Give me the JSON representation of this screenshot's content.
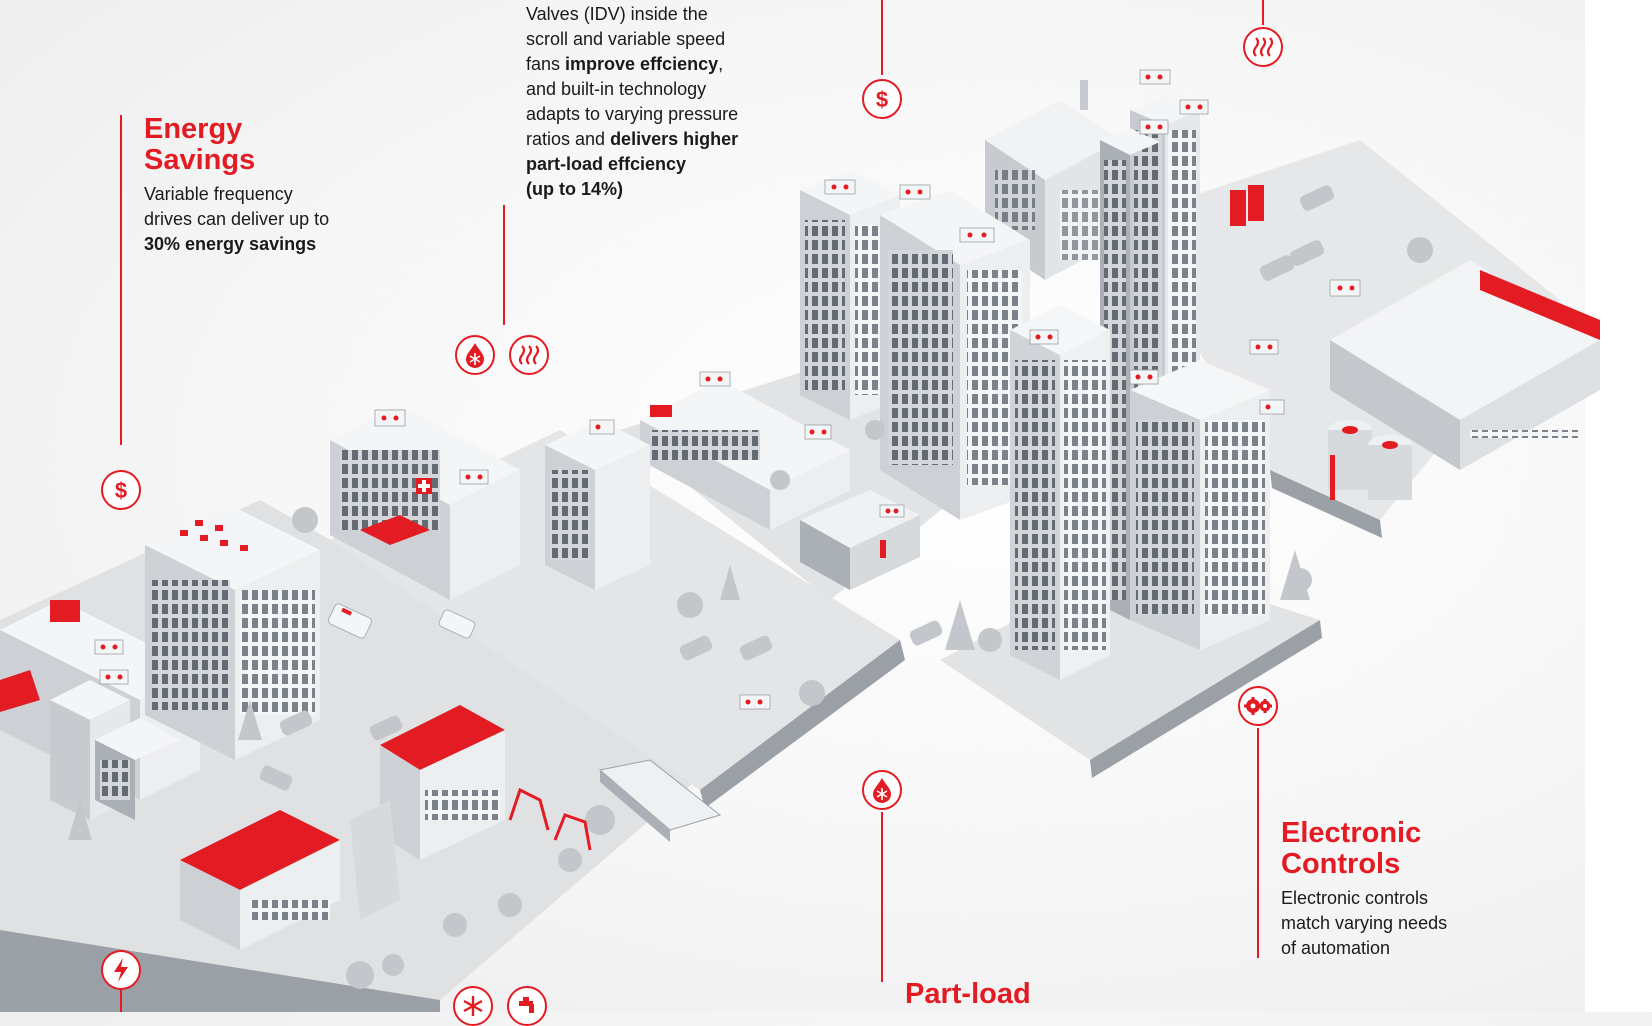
{
  "energy_savings": {
    "heading_line1": "Energy",
    "heading_line2": "Savings",
    "text_line1": "Variable frequency",
    "text_line2": "drives can deliver up to",
    "text_bold": "30% energy savings"
  },
  "idv": {
    "line1": "Valves (IDV) inside the",
    "line2": "scroll and variable speed",
    "line3_pre": "fans ",
    "line3_bold": "improve effciency",
    "line3_post": ",",
    "line4": "and built-in technology",
    "line5": "adapts to varying pressure",
    "line6_pre": "ratios and ",
    "line6_bold": "delivers higher",
    "line7_bold": "part-load effciency",
    "line8_bold": "(up to 14%)"
  },
  "electronic_controls": {
    "heading_line1": "Electronic",
    "heading_line2": "Controls",
    "text_line1": "Electronic controls",
    "text_line2": "match varying needs",
    "text_line3": "of automation"
  },
  "part_load": {
    "heading": "Part-load"
  },
  "icons": {
    "energy": "dollar-icon",
    "idv_a": "snowflake-drop-icon",
    "idv_b": "heat-waves-icon",
    "top_a": "dollar-icon",
    "top_b": "heat-waves-icon",
    "controls": "gears-icon",
    "part_load": "snowflake-drop-icon",
    "bottom_a": "lightning-icon",
    "bottom_b": "snowflake-icon",
    "bottom_c": "faucet-icon"
  },
  "colors": {
    "accent": "#e31b23",
    "building_light": "#e9eaec",
    "building_mid": "#c9ccd0",
    "building_dark": "#8f959c",
    "window": "#6e757d"
  }
}
